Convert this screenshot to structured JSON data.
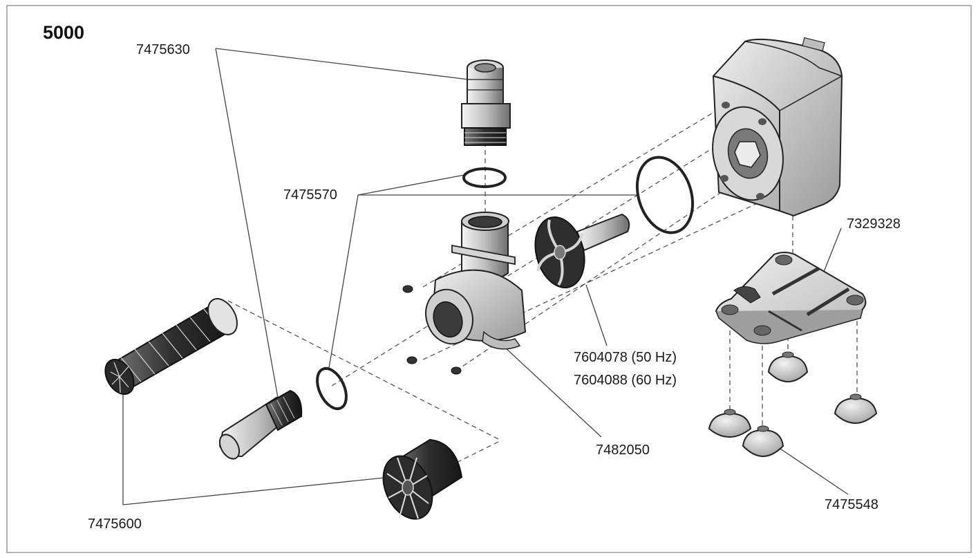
{
  "model": "5000",
  "parts": {
    "outlet_fitting": "7475630",
    "o_rings": "7475570",
    "housing_base": "7329328",
    "impeller_50hz": "7604078 (50 Hz)",
    "impeller_60hz": "7604088 (60 Hz)",
    "pump_chamber": "7482050",
    "suction_cups": "7475548",
    "prefilter": "7475600"
  }
}
